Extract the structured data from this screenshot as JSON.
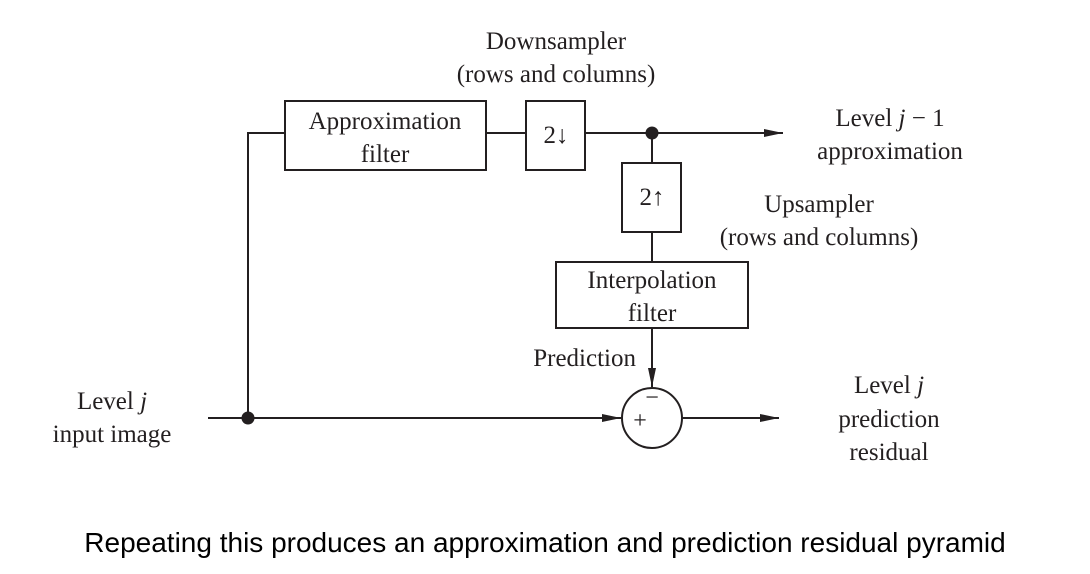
{
  "labels": {
    "downsampler_line1": "Downsampler",
    "downsampler_line2": "(rows and columns)",
    "approx_filter_line1": "Approximation",
    "approx_filter_line2": "filter",
    "down_symbol": "2↓",
    "output_approx_line1_a": "Level ",
    "output_approx_line1_j": "j",
    "output_approx_line1_b": " − 1",
    "output_approx_line2": "approximation",
    "up_symbol": "2↑",
    "upsampler_line1": "Upsampler",
    "upsampler_line2": "(rows and columns)",
    "interp_filter_line1": "Interpolation",
    "interp_filter_line2": "filter",
    "prediction": "Prediction",
    "input_line1_a": "Level ",
    "input_line1_j": "j",
    "input_line2": "input image",
    "residual_line1_a": "Level ",
    "residual_line1_j": "j",
    "residual_line2": "prediction",
    "residual_line3": "residual",
    "plus_sign": "+",
    "minus_sign": "−"
  },
  "caption": "Repeating this produces an approximation and prediction residual pyramid",
  "colors": {
    "ink": "#231f20",
    "background": "#ffffff"
  }
}
